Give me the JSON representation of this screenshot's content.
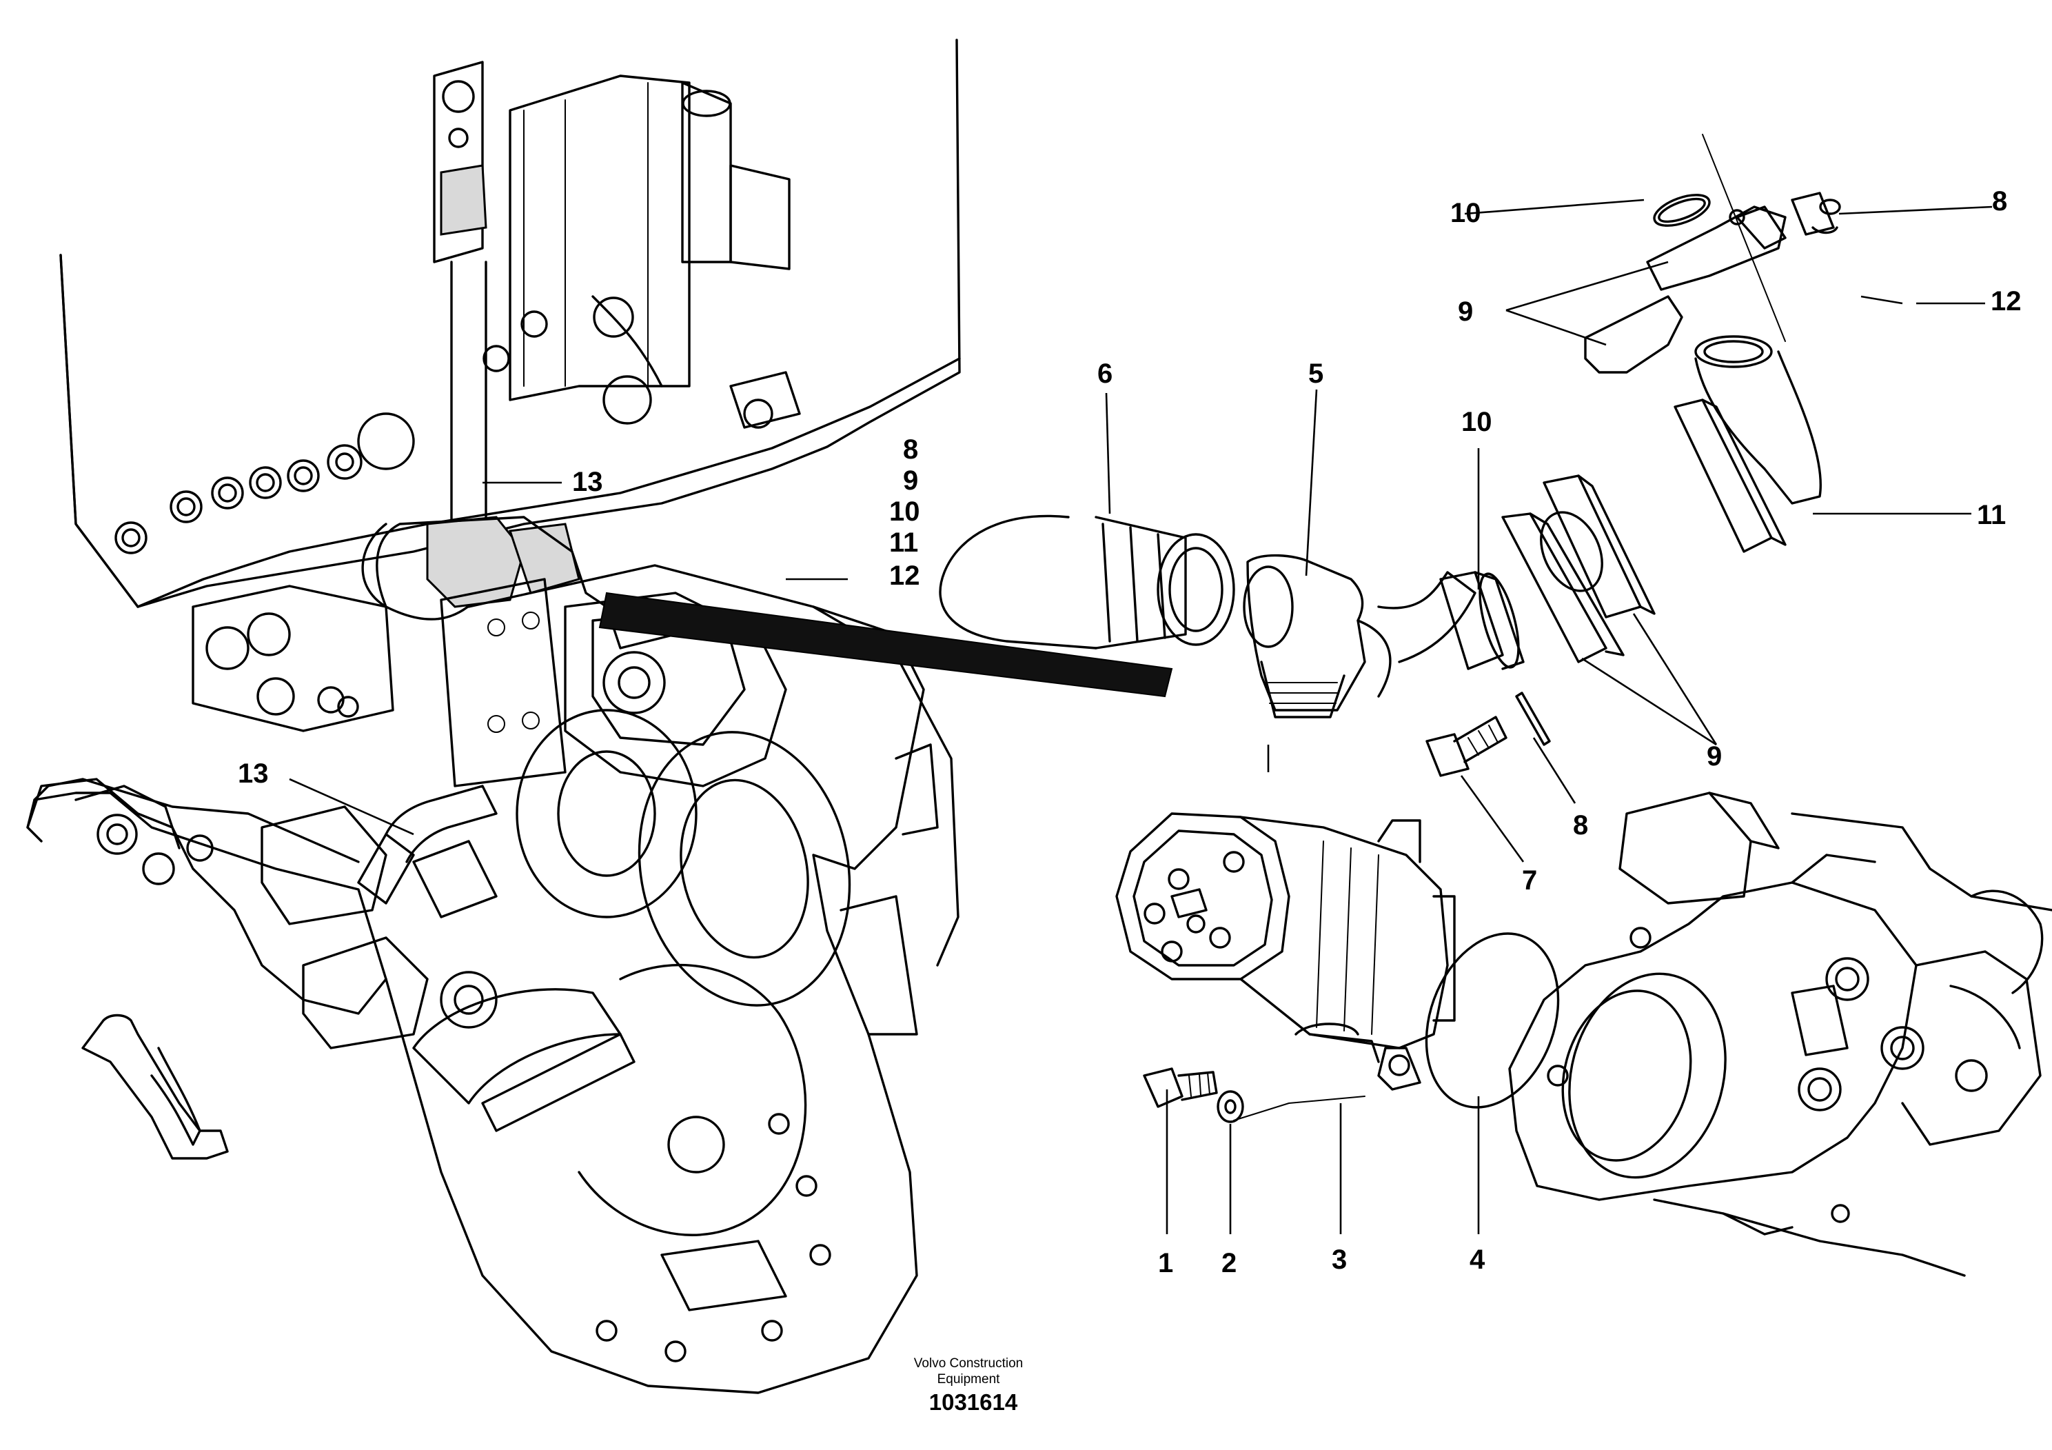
{
  "callouts": {
    "c1": "1",
    "c2": "2",
    "c3": "3",
    "c4": "4",
    "c5": "5",
    "c6": "6",
    "c7": "7",
    "c8a": "8",
    "c8b": "8",
    "c8c": "8",
    "c9a": "9",
    "c9b": "9",
    "c9c": "9",
    "c10a": "10",
    "c10b": "10",
    "c10c": "10",
    "c11a": "11",
    "c11b": "11",
    "c12a": "12",
    "c12b": "12",
    "c13a": "13",
    "c13b": "13"
  },
  "caption": {
    "line1": "Volvo Construction",
    "line2": "Equipment",
    "figure_number": "1031614"
  }
}
